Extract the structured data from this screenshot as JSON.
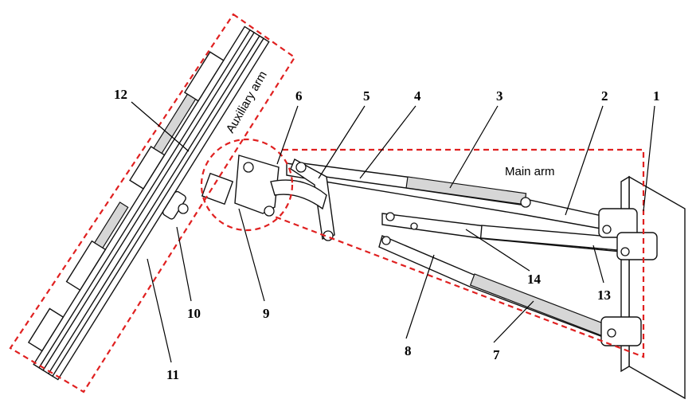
{
  "title_regions": {
    "auxiliary": "Auxiliary arm",
    "main": "Main arm"
  },
  "labels": [
    "1",
    "2",
    "3",
    "4",
    "5",
    "6",
    "7",
    "8",
    "9",
    "10",
    "11",
    "12",
    "13",
    "14"
  ],
  "colors": {
    "dashed_outline": "#e02020",
    "lines": "#111111"
  }
}
